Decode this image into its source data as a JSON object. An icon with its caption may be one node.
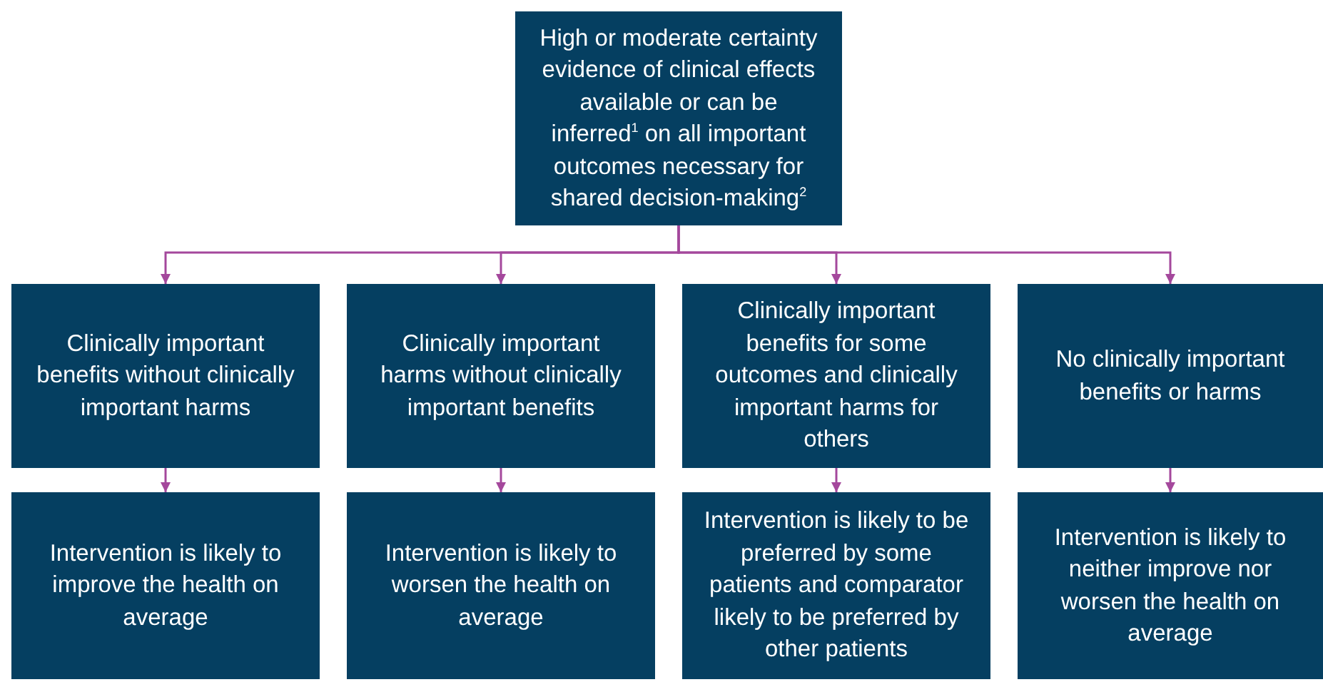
{
  "diagram": {
    "nodes": [
      {
        "text": [
          "High or moderate certainty evidence of clinical effects available or can be inferred$^{1}$ on all important outcomes necessary for shared decision-making$^{2}$"
        ]
      },
      {
        "text": [
          "Clinically important benefits without clinically important harms"
        ]
      },
      {
        "text": [
          "Clinically important harms without clinically important benefits"
        ]
      },
      {
        "text": [
          "Clinically important benefits for some outcomes and clinically important harms for others"
        ]
      },
      {
        "text": [
          "No clinically important benefits or harms"
        ]
      },
      {
        "text": [
          "Intervention is likely to improve the health on average"
        ]
      },
      {
        "text": [
          "Intervention is likely to worsen the health on average"
        ]
      },
      {
        "text": [
          "Intervention is likely to be preferred by some patients and comparator likely to be preferred by other patients"
        ]
      },
      {
        "text": [
          "Intervention is likely to neither improve nor worsen the health on average"
        ]
      }
    ],
    "edges": [
      {
        "from": 0,
        "to": 1,
        "arrow": "to"
      },
      {
        "from": 0,
        "to": 2,
        "arrow": "to"
      },
      {
        "from": 0,
        "to": 3,
        "arrow": "to"
      },
      {
        "from": 0,
        "to": 4,
        "arrow": "to"
      },
      {
        "from": 1,
        "to": 5,
        "arrow": "to"
      },
      {
        "from": 2,
        "to": 6,
        "arrow": "to"
      },
      {
        "from": 3,
        "to": 7,
        "arrow": "to"
      },
      {
        "from": 4,
        "to": 8,
        "arrow": "to"
      }
    ]
  }
}
